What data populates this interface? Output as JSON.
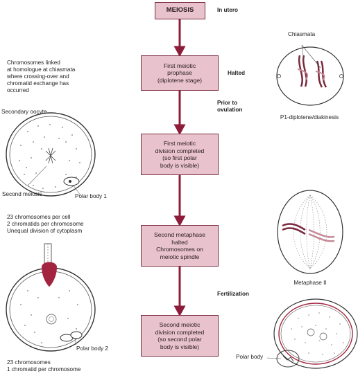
{
  "flow": {
    "boxes": [
      "MEIOSIS",
      "First meiotic\nprophase\n(diplotene stage)",
      "First meiotic\ndivision completed\n(so first polar\nbody is visible)",
      "Second metaphase\nhalted\nChromosomes on\nmeiotic spindle",
      "Second meiotic\ndivision completed\n(so second polar\nbody is visible)"
    ],
    "stages": [
      "In utero",
      "Halted",
      "Prior to\novulation",
      "Fertilization"
    ]
  },
  "left": {
    "chiasmata_note": "Chromosomes linked\nat homologue at chiasmata\nwhere crossing-over and\nchromatid exchange has\noccurred",
    "secondary_oocyte": "Secondary oocyte",
    "second_meiosis": "Second meiosis",
    "polar_body_1": "Polar body 1",
    "chromosome_note": "23 chromosomes per cell\n2 chromatids per chromosome\nUnequal division of cytoplasm",
    "polar_body_2": "Polar body 2",
    "final_note": "23 chromosomes\n1 chromatid per chromosome"
  },
  "right": {
    "chiasmata": "Chiasmata",
    "p1_label": "P1-diplotene/diakinesis",
    "metaphase_label": "Metaphase II",
    "polar_body": "Polar body"
  },
  "colors": {
    "box_fill": "#e8c3cd",
    "border": "#7a2a3e",
    "arrow": "#8c1c3a",
    "body_red": "#a3243f"
  }
}
